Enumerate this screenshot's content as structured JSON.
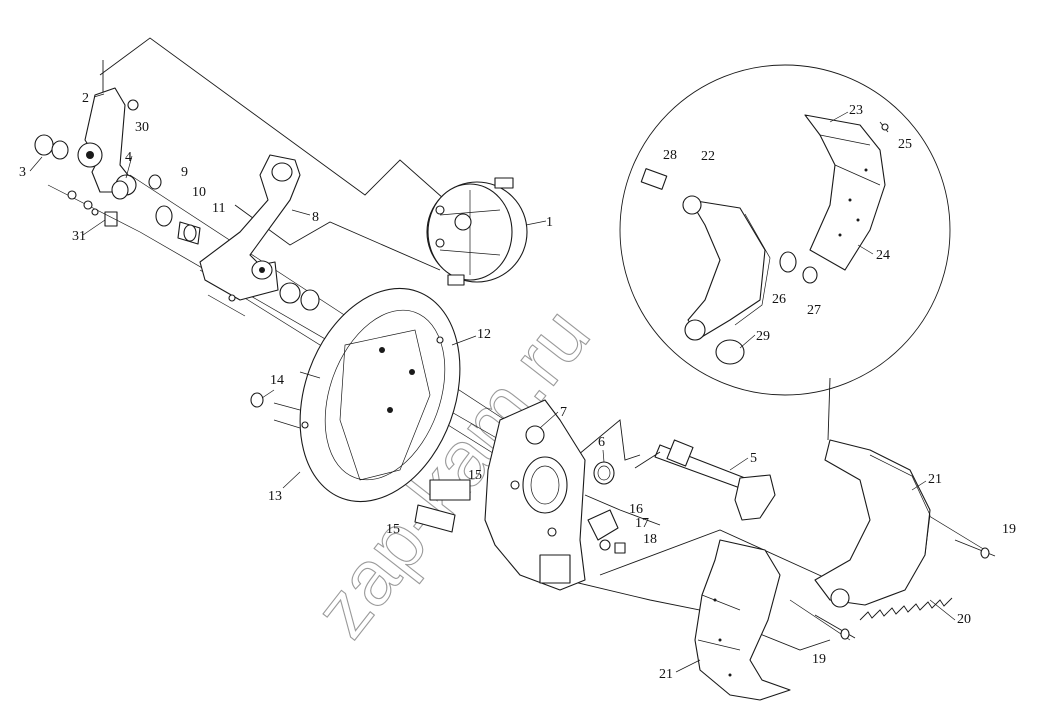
{
  "watermark": "zap-kam.ru",
  "callouts": {
    "c1": "1",
    "c2": "2",
    "c3": "3",
    "c4": "4",
    "c5": "5",
    "c6": "6",
    "c7": "7",
    "c8": "8",
    "c9": "9",
    "c10": "10",
    "c11": "11",
    "c12": "12",
    "c13": "13",
    "c14": "14",
    "c15a": "15",
    "c15b": "15",
    "c16": "16",
    "c17": "17",
    "c18": "18",
    "c19a": "19",
    "c19b": "19",
    "c20": "20",
    "c21a": "21",
    "c21b": "21",
    "c22": "22",
    "c23": "23",
    "c24": "24",
    "c25": "25",
    "c26": "26",
    "c27": "27",
    "c28": "28",
    "c29": "29",
    "c30": "30",
    "c31": "31"
  },
  "colors": {
    "ink": "#1a1a1a",
    "watermark": "#9a9a9a",
    "background": "#ffffff"
  }
}
